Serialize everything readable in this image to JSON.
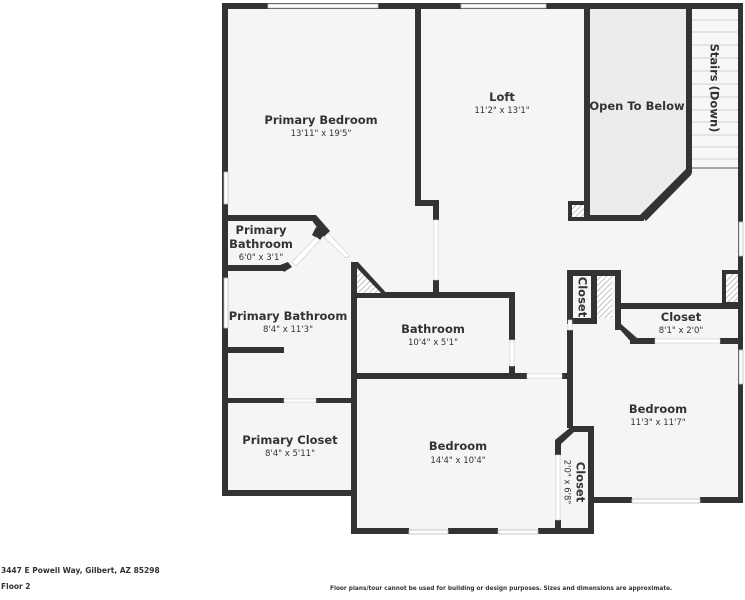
{
  "colors": {
    "wall": "#333333",
    "floor": "#f5f5f5",
    "open_to_below": "#ececec",
    "window": "#ffffff"
  },
  "rooms": {
    "primary_bedroom": {
      "name": "Primary Bedroom",
      "dims": "13'11\" x 19'5\""
    },
    "loft": {
      "name": "Loft",
      "dims": "11'2\" x 13'1\""
    },
    "open_to_below": {
      "name": "Open To Below"
    },
    "stairs": {
      "name": "Stairs (Down)"
    },
    "primary_bathroom_small": {
      "name_line1": "Primary",
      "name_line2": "Bathroom",
      "dims": "6'0\" x 3'1\""
    },
    "primary_bathroom": {
      "name": "Primary Bathroom",
      "dims": "8'4\" x 11'3\""
    },
    "bathroom": {
      "name": "Bathroom",
      "dims": "10'4\" x 5'1\""
    },
    "hall_closet": {
      "name": "Closet"
    },
    "closet_upper": {
      "name": "Closet",
      "dims": "8'1\" x 2'0\""
    },
    "bedroom_right": {
      "name": "Bedroom",
      "dims": "11'3\" x 11'7\""
    },
    "primary_closet": {
      "name": "Primary Closet",
      "dims": "8'4\" x 5'11\""
    },
    "bedroom_center": {
      "name": "Bedroom",
      "dims": "14'4\" x 10'4\""
    },
    "closet_lower": {
      "name": "Closet",
      "dims": "2'0\" x 6'8\""
    }
  },
  "footer": {
    "address": "3447 E Powell Way, Gilbert, AZ 85298",
    "floor": "Floor 2",
    "disclaimer": "Floor plans/tour cannot be used for building or design purposes. Sizes and dimensions are approximate."
  }
}
